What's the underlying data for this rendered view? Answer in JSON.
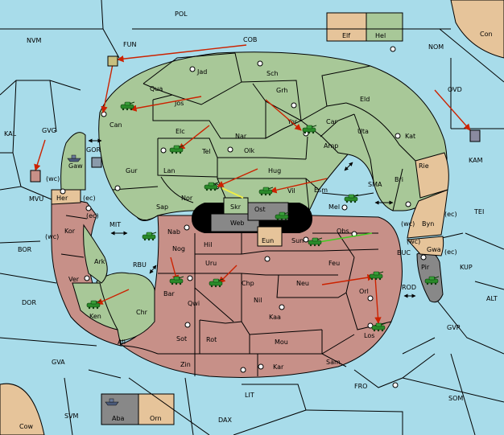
{
  "colors": {
    "sea": "#a8dcea",
    "green": "#a8c898",
    "tan": "#e6c49a",
    "red": "#c79088",
    "gray": "#888888",
    "black": "#000000",
    "order_red": "#cc2200",
    "order_green": "#44cc22",
    "order_yellow": "#eeee44",
    "unit_green": "#2a8a2a",
    "unit_gray": "#4a5a7a"
  },
  "labels": {
    "POL": "POL",
    "COB": "COB",
    "NVM": "NVM",
    "FUN": "FUN",
    "NOM": "NOM",
    "Con": "Con",
    "Elf": "Elf",
    "Hel": "Hel",
    "OVD": "OVD",
    "KAL": "KAL",
    "GVG": "GVG",
    "MVU": "MVU",
    "KAM": "KAM",
    "TEI": "TEI",
    "BOR": "BOR",
    "MIT": "MIT",
    "RBU": "RBU",
    "DOR": "DOR",
    "BUC": "BUC",
    "KUP": "KUP",
    "ROD": "ROD",
    "ALT": "ALT",
    "GVP": "GVP",
    "GVA": "GVA",
    "LIT": "LIT",
    "FRO": "FRO",
    "SOM": "SOM",
    "SVM": "SVM",
    "DAX": "DAX",
    "Cow": "Cow",
    "Aba": "Aba",
    "Orn": "Orn",
    "Jad": "Jad",
    "Sch": "Sch",
    "Qua": "Qua",
    "Jos": "Jos",
    "Grh": "Grh",
    "Eld": "Eld",
    "Can": "Can",
    "Yor": "Yor",
    "Car": "Car",
    "Elc": "Elc",
    "Nar": "Nar",
    "Amp": "Amp",
    "Uta": "Uta",
    "Kat": "Kat",
    "Tel": "Tel",
    "Olk": "Olk",
    "Gaw": "Gaw",
    "GOR": "GOR",
    "Gur": "Gur",
    "Lan": "Lan",
    "Hug": "Hug",
    "Rie": "Rie",
    "Bri": "Bri",
    "wc": "(wc)",
    "ec": "(ec)",
    "Her": "Her",
    "Nor": "Nor",
    "Vil": "Vil",
    "Esm": "Esm",
    "SMA": "SMA",
    "Sap": "Sap",
    "Skr": "Skr",
    "Ost": "Ost",
    "Mel": "Mel",
    "Byn": "Byn",
    "Kor": "Kor",
    "Web": "Web",
    "Nab": "Nab",
    "Hil": "Hil",
    "Eun": "Eun",
    "Sun": "Sun",
    "Obs": "Obs",
    "Gwa": "Gwa",
    "Nog": "Nog",
    "Ark": "Ark",
    "Uru": "Uru",
    "Feu": "Feu",
    "Pir": "Pir",
    "Chp": "Chp",
    "Neu": "Neu",
    "Ver": "Ver",
    "Bar": "Bar",
    "Qwi": "Qwi",
    "Orl": "Orl",
    "Nil": "Nil",
    "Chr": "Chr",
    "Ken": "Ken",
    "Kaa": "Kaa",
    "Los": "Los",
    "Sot": "Sot",
    "Rot": "Rot",
    "Mou": "Mou",
    "Ail": "Ail",
    "Zin": "Zin",
    "Kar": "Kar",
    "Sam": "Sam"
  }
}
